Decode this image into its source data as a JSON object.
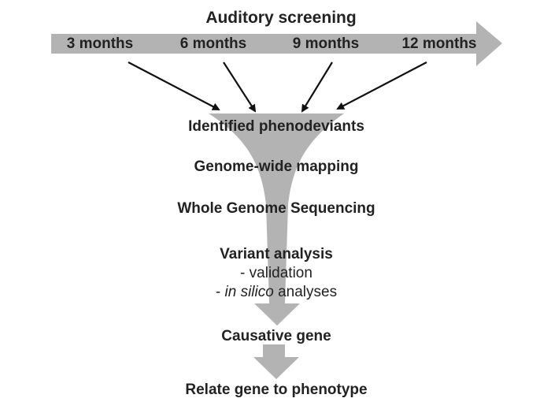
{
  "title": "Auditory screening",
  "timepoints": [
    "3 months",
    "6 months",
    "9 months",
    "12 months"
  ],
  "steps": {
    "phenodeviants": "Identified phenodeviants",
    "mapping": "Genome-wide mapping",
    "sequencing": "Whole Genome Sequencing",
    "variant_analysis": {
      "heading": "Variant analysis",
      "sub1": "- validation",
      "sub2_prefix": "- ",
      "sub2_italic": "in silico",
      "sub2_suffix": " analyses"
    },
    "causative_gene": "Causative gene",
    "relate": "Relate gene to phenotype"
  },
  "colors": {
    "shape_fill": "#b3b3b3",
    "arrow_line": "#111111",
    "text": "#222222"
  }
}
